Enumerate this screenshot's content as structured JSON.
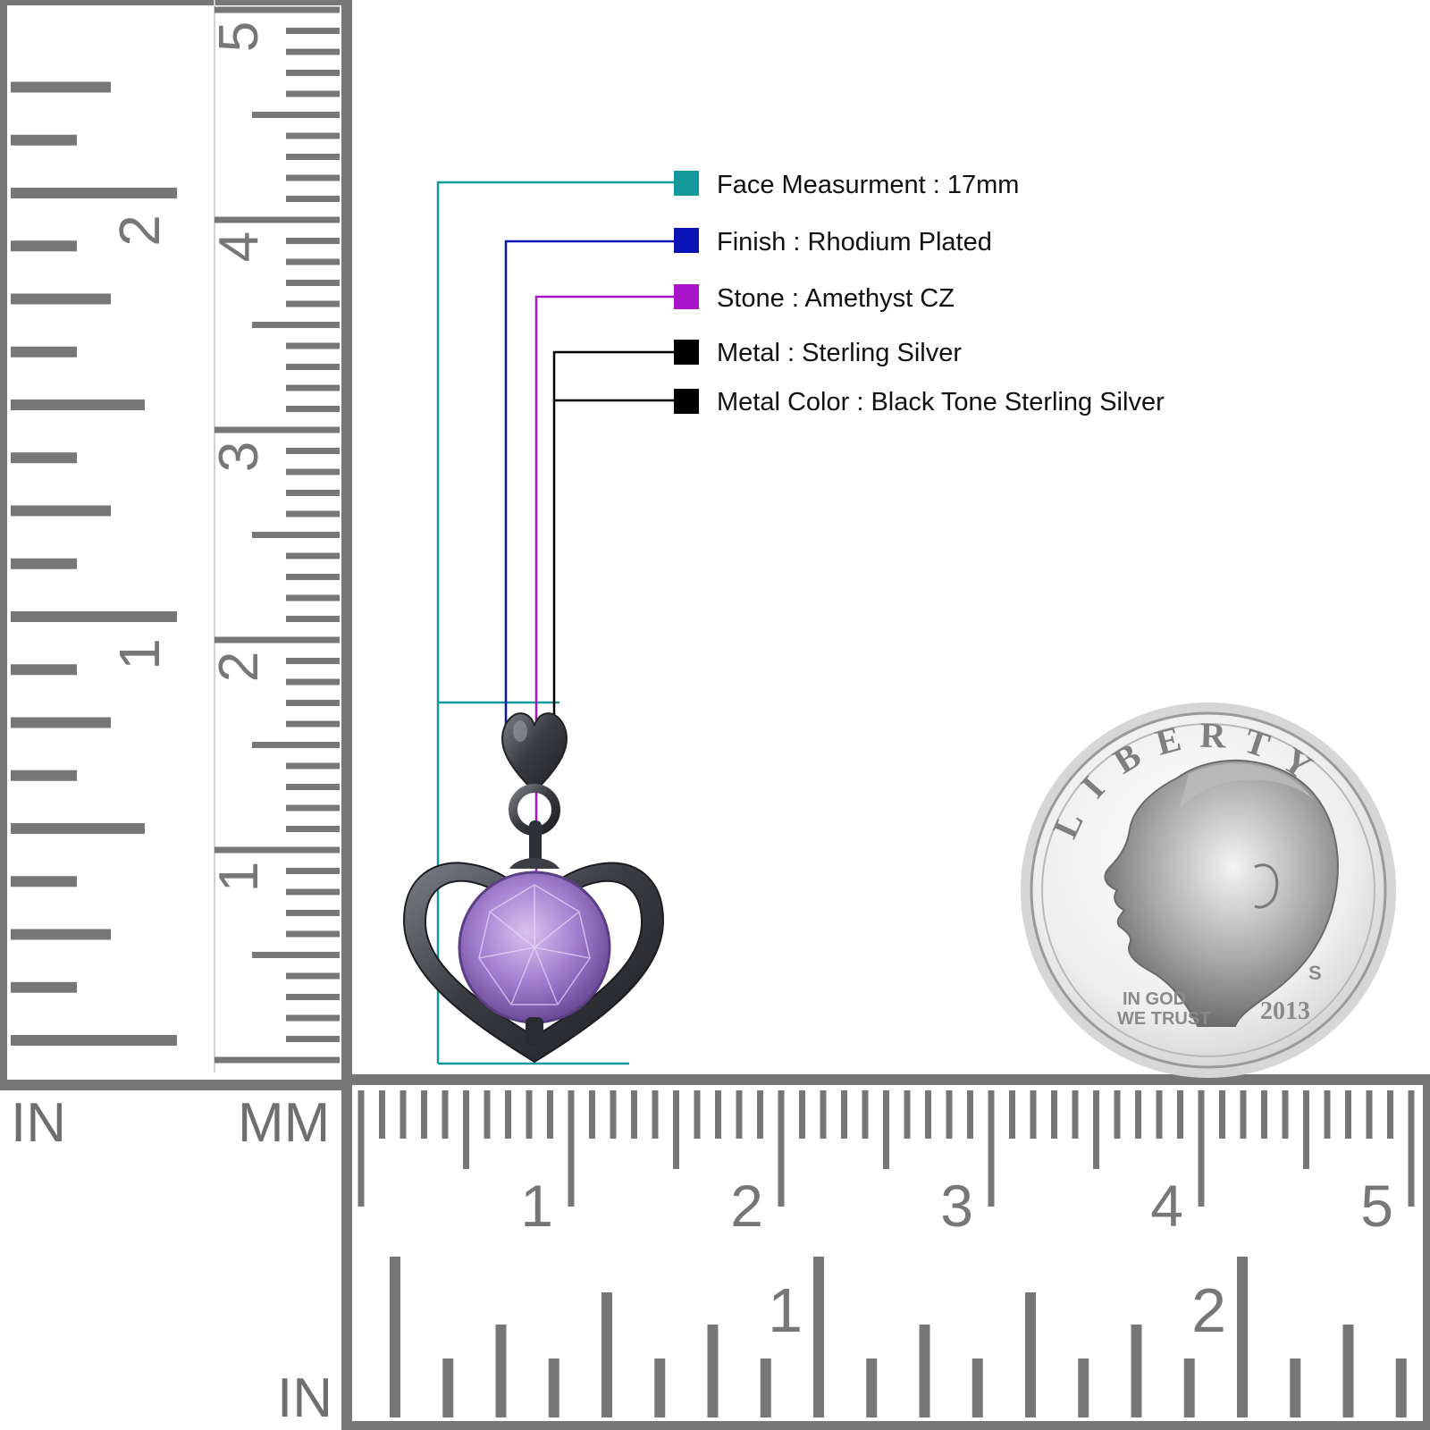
{
  "specs": [
    {
      "text": "Face Measurment : 17mm",
      "color": "#14999b"
    },
    {
      "text": "Finish : Rhodium Plated",
      "color": "#0a14b4"
    },
    {
      "text": "Stone : Amethyst CZ",
      "color": "#aa14c8"
    },
    {
      "text": "Metal : Sterling Silver",
      "color": "#000000"
    },
    {
      "text": "Metal Color : Black Tone Sterling Silver",
      "color": "#000000"
    }
  ],
  "rulers": {
    "unit_in_top": "IN",
    "unit_mm": "MM",
    "unit_in_bottom": "IN",
    "mm_numbers": [
      "1",
      "2",
      "3",
      "4",
      "5"
    ],
    "in_numbers": [
      "1",
      "2"
    ],
    "vertical_mm_numbers": [
      "1",
      "2",
      "3",
      "4",
      "5"
    ],
    "vertical_in_numbers": [
      "1",
      "2"
    ],
    "ruler_color": "#777777"
  },
  "coin": {
    "legend": "LIBERTY",
    "motto_line1": "IN GOD",
    "motto_line2": "WE TRUST",
    "mint_mark": "S",
    "year": "2013"
  },
  "pendant": {
    "metal_color": "#3a3c42",
    "stone_color": "#a47fd0"
  }
}
